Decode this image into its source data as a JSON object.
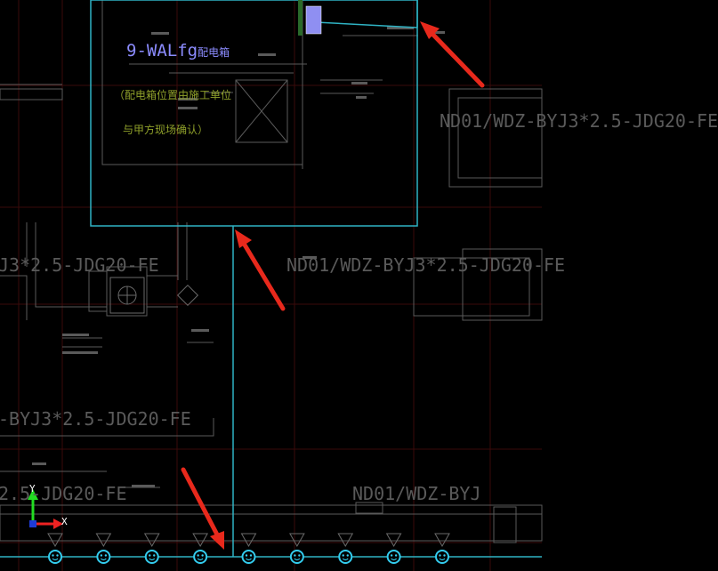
{
  "drawing": {
    "panel_label": "9-WALfg",
    "panel_label_suffix": "配电箱",
    "note_line_1": "（配电箱位置由施工单位",
    "note_line_2": "与甲方现场确认）",
    "wire_labels": [
      "ND01/WDZ-BYJ3*2.5-JDG20-FE",
      "J3*2.5-JDG20-FE",
      "-BYJ3*2.5-JDG20-FE",
      "2.5-JDG20-FE",
      "ND01/WDZ-BYJ3*2.5-JDG20-FE",
      "ND01/WDZ-BYJ"
    ]
  },
  "ucs": {
    "y_label": "Y",
    "x_label": "X"
  },
  "colors": {
    "background": "#000000",
    "wire": "#2fb3c4",
    "label_gray": "#5a5a5a",
    "panel_text": "#8c8cff",
    "note_text": "#8fa02a",
    "annotation_arrow": "#e8291c",
    "panel_box": "#8f8ff2",
    "fixture": "#33ccee",
    "axis_y": "#22dd22",
    "axis_x": "#ee2222"
  },
  "fixture_count": 9,
  "icons": [
    "fan-icon",
    "lamp-fixture-icon",
    "electrical-panel-icon",
    "ucs-icon",
    "annotation-arrow-icon"
  ]
}
